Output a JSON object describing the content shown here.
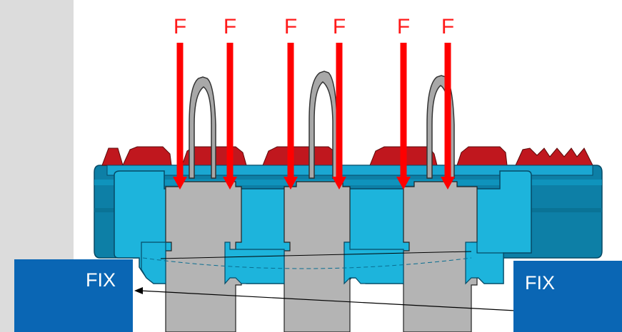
{
  "diagram": {
    "force_label": "F",
    "force_count": 6,
    "fixed_support_label": "FIX",
    "colors": {
      "force_arrow": "#ff0000",
      "fix_box": "#0a66b4",
      "frame_light": "#1db4dc",
      "frame_dark": "#0d7fa6",
      "pin": "#b4b4b4",
      "cap_red": "#c0171e",
      "background_strip": "#dcdcdc"
    }
  },
  "forces": [
    {
      "label": "F"
    },
    {
      "label": "F"
    },
    {
      "label": "F"
    },
    {
      "label": "F"
    },
    {
      "label": "F"
    },
    {
      "label": "F"
    }
  ],
  "supports": {
    "left": {
      "label": "FIX"
    },
    "right": {
      "label": "FIX"
    }
  }
}
